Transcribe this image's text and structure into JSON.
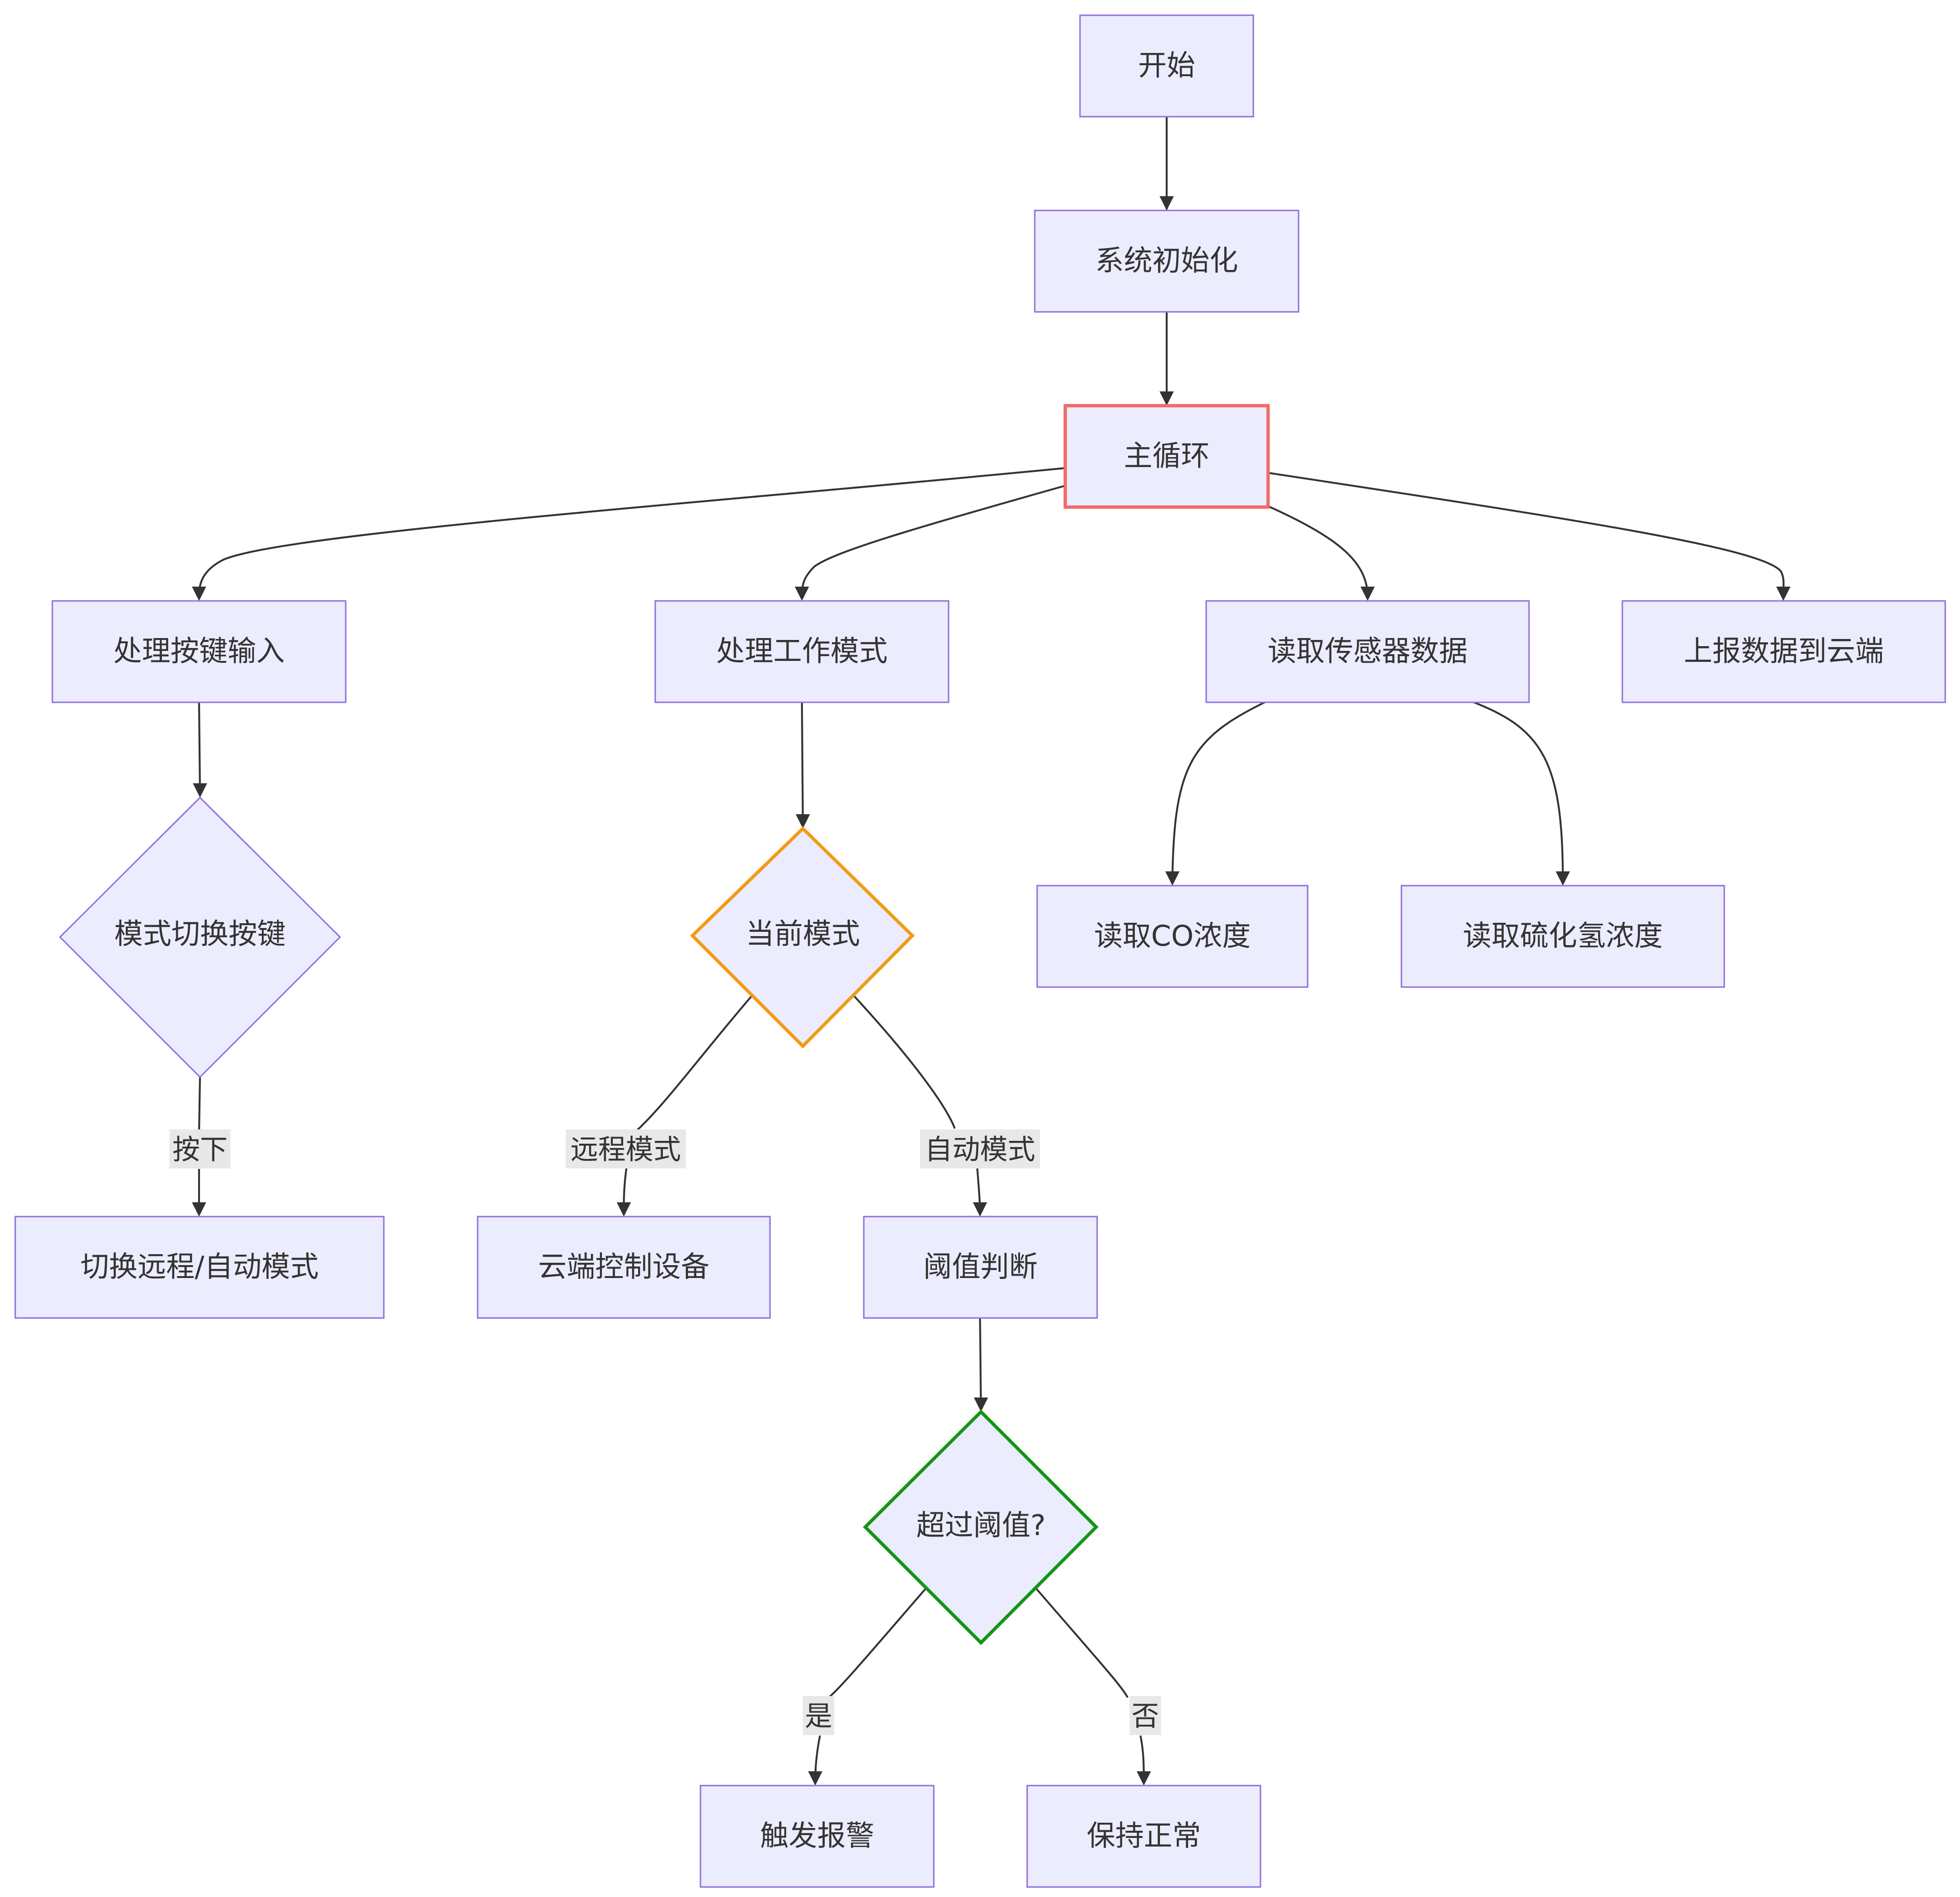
{
  "nodes": {
    "start": "开始",
    "init": "系统初始化",
    "main_loop": "主循环",
    "handle_keys": "处理按键输入",
    "handle_mode": "处理工作模式",
    "read_sensors": "读取传感器数据",
    "report_cloud": "上报数据到云端",
    "mode_switch_key": "模式切换按键",
    "current_mode": "当前模式",
    "read_co": "读取CO浓度",
    "read_h2s": "读取硫化氢浓度",
    "toggle_mode": "切换远程/自动模式",
    "cloud_control": "云端控制设备",
    "threshold_check": "阈值判断",
    "over_threshold": "超过阈值?",
    "trigger_alarm": "触发报警",
    "keep_normal": "保持正常"
  },
  "edge_labels": {
    "pressed": "按下",
    "remote_mode": "远程模式",
    "auto_mode": "自动模式",
    "yes": "是",
    "no": "否"
  },
  "colors": {
    "node_fill": "#ECECFF",
    "node_stroke": "#9370DB",
    "main_loop_stroke": "#F06A6A",
    "current_mode_stroke": "#F29B18",
    "over_threshold_stroke": "#159515",
    "edge": "#333333",
    "edge_label_bg": "#E8E8E8",
    "text": "#333333"
  }
}
